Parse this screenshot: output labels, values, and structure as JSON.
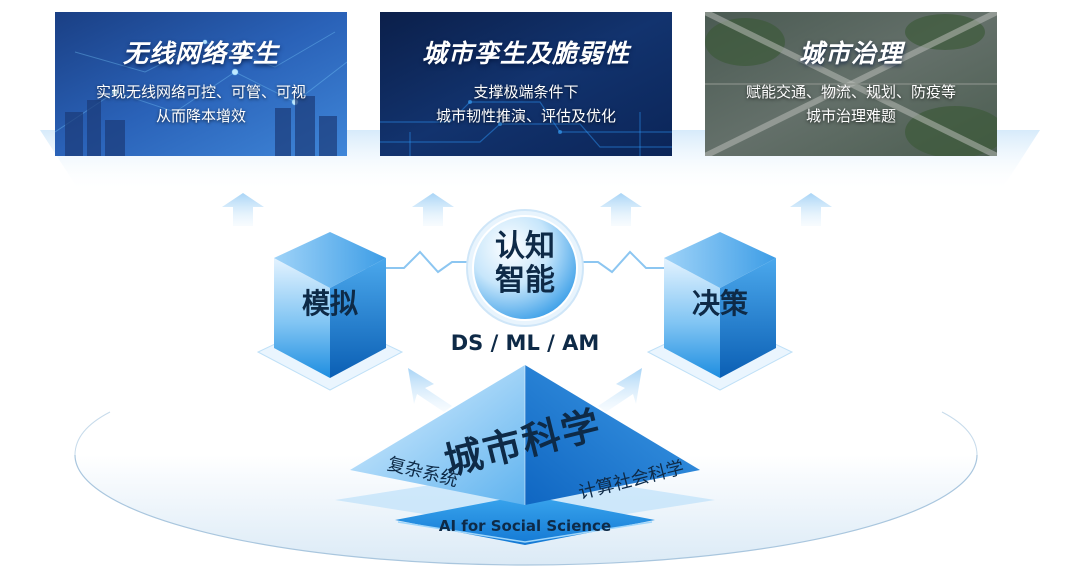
{
  "cards": [
    {
      "title": "无线网络孪生",
      "line1": "实现无线网络可控、可管、可视",
      "line2": "从而降本增效"
    },
    {
      "title": "城市孪生及脆弱性",
      "line1": "支撑极端条件下",
      "line2": "城市韧性推演、评估及优化"
    },
    {
      "title": "城市治理",
      "line1": "赋能交通、物流、规划、防疫等",
      "line2": "城市治理难题"
    }
  ],
  "left_cube": "模拟",
  "right_cube": "决策",
  "center": {
    "line1": "认知",
    "line2": "智能",
    "methods": "DS / ML / AM"
  },
  "pyramid": {
    "main": "城市科学",
    "left": "复杂系统",
    "right": "计算社会科学",
    "bottom": "AI for Social Science"
  },
  "colors": {
    "accent": "#1e8fe0",
    "text_dark": "#0e2a47",
    "light_blue": "#cfe7fb"
  },
  "icons": [
    "up-arrow-icon",
    "diagonal-arrow-icon"
  ]
}
